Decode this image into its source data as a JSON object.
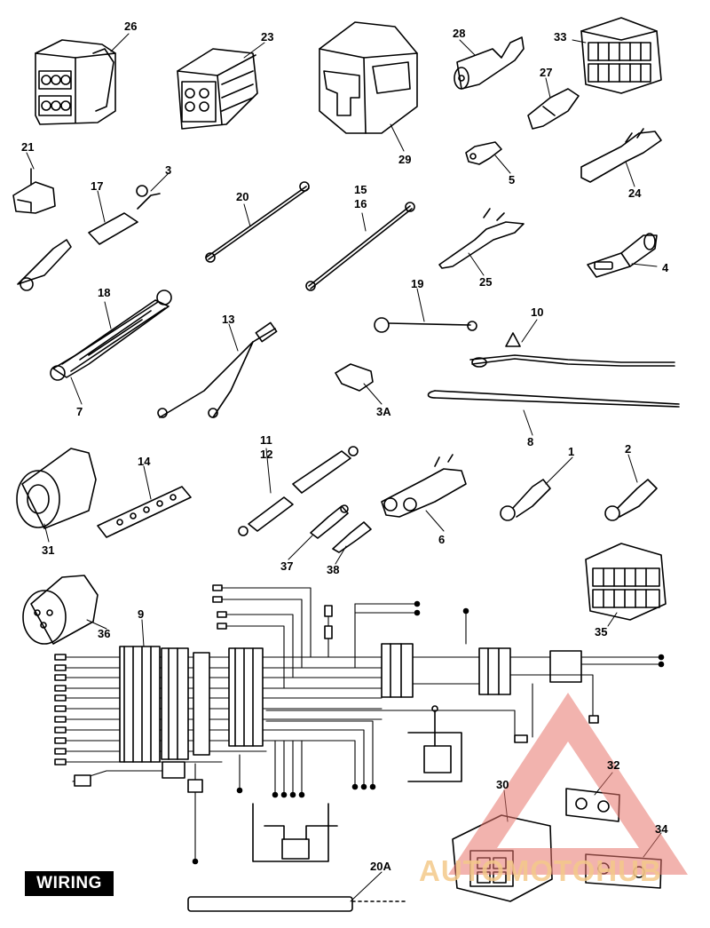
{
  "diagram": {
    "section_title": "WIRING",
    "watermark_text": "AUTOMOTOHUB",
    "labels": {
      "p26": "26",
      "p23": "23",
      "p28": "28",
      "p33": "33",
      "p27": "27",
      "p29": "29",
      "p5": "5",
      "p24": "24",
      "p21": "21",
      "p3": "3",
      "p17": "17",
      "p20": "20",
      "p15": "15",
      "p16": "16",
      "p25": "25",
      "p4": "4",
      "p18": "18",
      "p19": "19",
      "p10": "10",
      "p13": "13",
      "p7": "7",
      "p3A": "3A",
      "p8": "8",
      "p11": "11",
      "p12": "12",
      "p14": "14",
      "p1": "1",
      "p2": "2",
      "p6": "6",
      "p31": "31",
      "p37": "37",
      "p38": "38",
      "p35": "35",
      "p9": "9",
      "p36": "36",
      "p32": "32",
      "p30": "30",
      "p34": "34",
      "p20A": "20A"
    }
  }
}
